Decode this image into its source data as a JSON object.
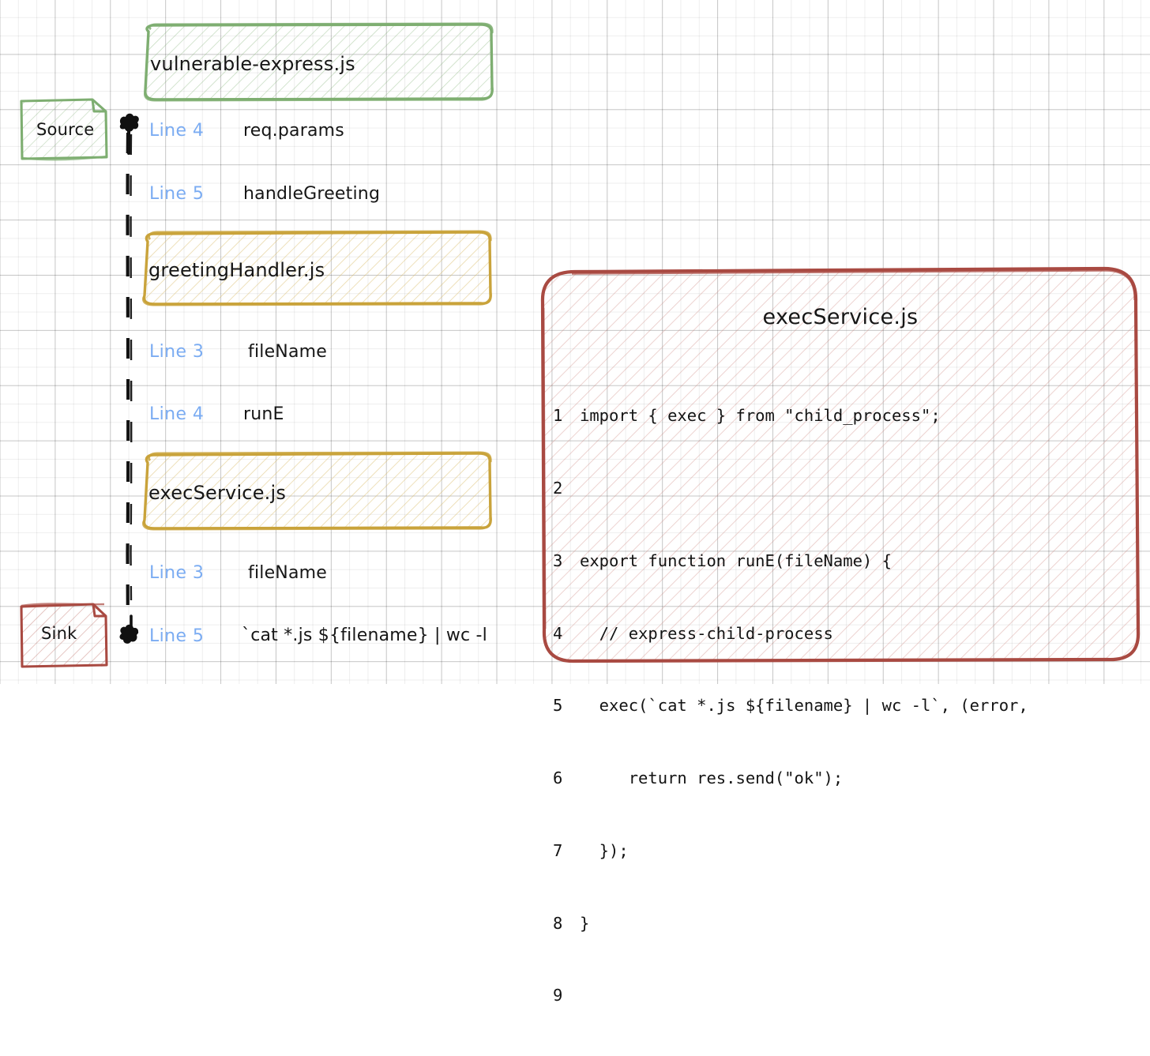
{
  "diagram": {
    "title": "taint-flow",
    "colors": {
      "source_green": "#7EAE71",
      "file_yellow": "#C9A33B",
      "sink_red": "#A94A42",
      "lineno_blue": "#7BACF2",
      "text_black": "#161616",
      "grid": "#d8d8d8"
    }
  },
  "source_note": {
    "label": "Source",
    "icon": "note-icon"
  },
  "sink_note": {
    "label": "Sink",
    "icon": "note-icon"
  },
  "file_bars": [
    {
      "label": "vulnerable-express.js",
      "kind": "source"
    },
    {
      "label": "greetingHandler.js",
      "kind": "intermediate"
    },
    {
      "label": "execService.js",
      "kind": "intermediate"
    }
  ],
  "flow_steps": [
    {
      "line": "Line 4",
      "expr": "req.params"
    },
    {
      "line": "Line 5",
      "expr": "handleGreeting"
    },
    {
      "line": "Line 3",
      "expr": "fileName"
    },
    {
      "line": "Line 4",
      "expr": "runE"
    },
    {
      "line": "Line 3",
      "expr": "fileName"
    },
    {
      "line": "Line 5",
      "expr": "`cat *.js ${filename} | wc -l"
    }
  ],
  "code_panel": {
    "title": "execService.js",
    "lines": [
      {
        "num": "1",
        "text": "import { exec } from \"child_process\";"
      },
      {
        "num": "2",
        "text": ""
      },
      {
        "num": "3",
        "text": "export function runE(fileName) {"
      },
      {
        "num": "4",
        "text": "  // express-child-process"
      },
      {
        "num": "5",
        "text": "  exec(`cat *.js ${filename} | wc -l`, (error,"
      },
      {
        "num": "6",
        "text": "     return res.send(\"ok\");"
      },
      {
        "num": "7",
        "text": "  });"
      },
      {
        "num": "8",
        "text": "}"
      },
      {
        "num": "9",
        "text": ""
      }
    ]
  }
}
